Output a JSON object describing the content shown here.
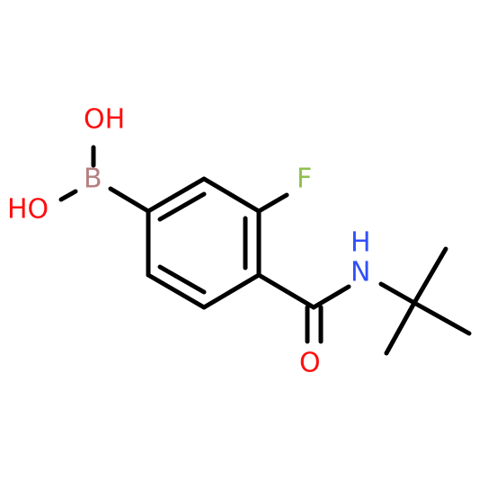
{
  "molecule": {
    "atoms": [
      {
        "id": "O1",
        "label": "OH",
        "color": "#ff0d0d"
      },
      {
        "id": "O2",
        "label": "HO",
        "color": "#ff0d0d"
      },
      {
        "id": "B",
        "label": "B",
        "color": "#b58080"
      },
      {
        "id": "F",
        "label": "F",
        "color": "#8fc04f"
      },
      {
        "id": "N",
        "label": "H",
        "color": "#3050f8"
      },
      {
        "id": "N2",
        "label": "N",
        "color": "#3050f8"
      },
      {
        "id": "O3",
        "label": "O",
        "color": "#ff0d0d"
      }
    ]
  }
}
